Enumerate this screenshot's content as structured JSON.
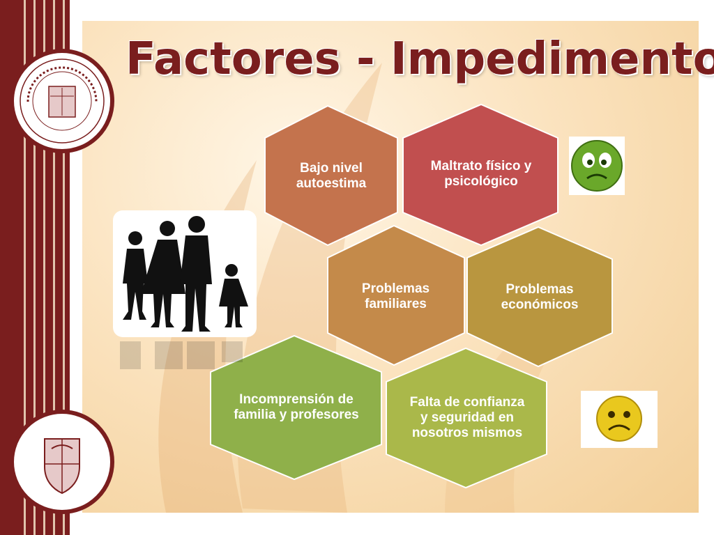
{
  "slide": {
    "title": "Factores - Impedimento"
  },
  "hexagons": [
    {
      "id": "autoestima",
      "label": "Bajo nivel autoestima",
      "color": "#c4734d"
    },
    {
      "id": "maltrato",
      "label": "Maltrato físico y psicológico",
      "color": "#c14f4f"
    },
    {
      "id": "familiares",
      "label": "Problemas familiares",
      "color": "#c48a4a"
    },
    {
      "id": "economicos",
      "label": "Problemas económicos",
      "color": "#b9963f"
    },
    {
      "id": "incomprension",
      "label": "Incomprensión de familia y profesores",
      "color": "#8fb04a"
    },
    {
      "id": "confianza",
      "label": "Falta de confianza y seguridad en nosotros mismos",
      "color": "#aab84a"
    }
  ],
  "images": {
    "family": "family-silhouette",
    "emoji_sick": "sick-face-icon",
    "emoji_sad": "sad-face-icon"
  },
  "colors": {
    "brand": "#7a1e1e",
    "accent_light": "#f3cf98"
  }
}
